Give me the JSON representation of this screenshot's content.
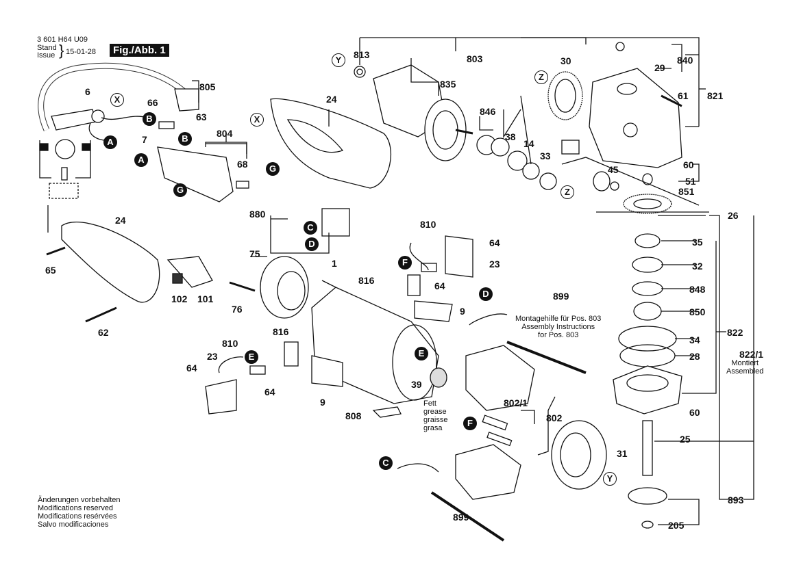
{
  "header": {
    "part_number": "3 601 H64 U09",
    "stand_label": "Stand",
    "issue_label": "Issue",
    "date": "15-01-28",
    "figure_label": "Fig./Abb. 1"
  },
  "footer": {
    "lines": [
      "Änderungen vorbehalten",
      "Modifications reserved",
      "Modifications resérvées",
      "Salvo modificaciones"
    ]
  },
  "notes": {
    "assembly_899": [
      "Montagehilfe für Pos. 803",
      "Assembly Instructions",
      "for Pos. 803"
    ],
    "grease": [
      "Fett",
      "grease",
      "graisse",
      "grasa"
    ],
    "assembled_822_1": [
      "Montiert",
      "Assembled"
    ]
  },
  "part_labels": {
    "p805": "805",
    "p6": "6",
    "p66": "66",
    "p63": "63",
    "p7": "7",
    "p804": "804",
    "p68": "68",
    "p24a": "24",
    "p813": "813",
    "p835": "835",
    "p803": "803",
    "p846": "846",
    "p38": "38",
    "p14": "14",
    "p33": "33",
    "p30": "30",
    "p840": "840",
    "p29": "29",
    "p61": "61",
    "p821": "821",
    "p60a": "60",
    "p45": "45",
    "p51": "51",
    "p851": "851",
    "p26": "26",
    "p880": "880",
    "p24b": "24",
    "p65": "65",
    "p102": "102",
    "p101": "101",
    "p62": "62",
    "p75": "75",
    "p1": "1",
    "p76": "76",
    "p810a": "810",
    "p64a": "64",
    "p23a": "23",
    "p816a": "816",
    "p64b": "64",
    "p9a": "9",
    "p899a": "899",
    "p816b": "816",
    "p810b": "810",
    "p23b": "23",
    "p64c": "64",
    "p64d": "64",
    "p9b": "9",
    "p39": "39",
    "p808": "808",
    "p8021": "802/1",
    "p802": "802",
    "p31": "31",
    "p899b": "899",
    "p35": "35",
    "p32": "32",
    "p848": "848",
    "p850": "850",
    "p34": "34",
    "p28": "28",
    "p822": "822",
    "p8221": "822/1",
    "p60b": "60",
    "p25": "25",
    "p893": "893",
    "p205": "205"
  },
  "connector_markers": {
    "A1": "A",
    "A2": "A",
    "B1": "B",
    "B2": "B",
    "C1": "C",
    "C2": "C",
    "D1": "D",
    "D2": "D",
    "E1": "E",
    "E2": "E",
    "F1": "F",
    "F2": "F",
    "G1": "G",
    "G2": "G",
    "X1": "X",
    "X2": "X",
    "Y1": "Y",
    "Y2": "Y",
    "Z1": "Z",
    "Z2": "Z"
  }
}
